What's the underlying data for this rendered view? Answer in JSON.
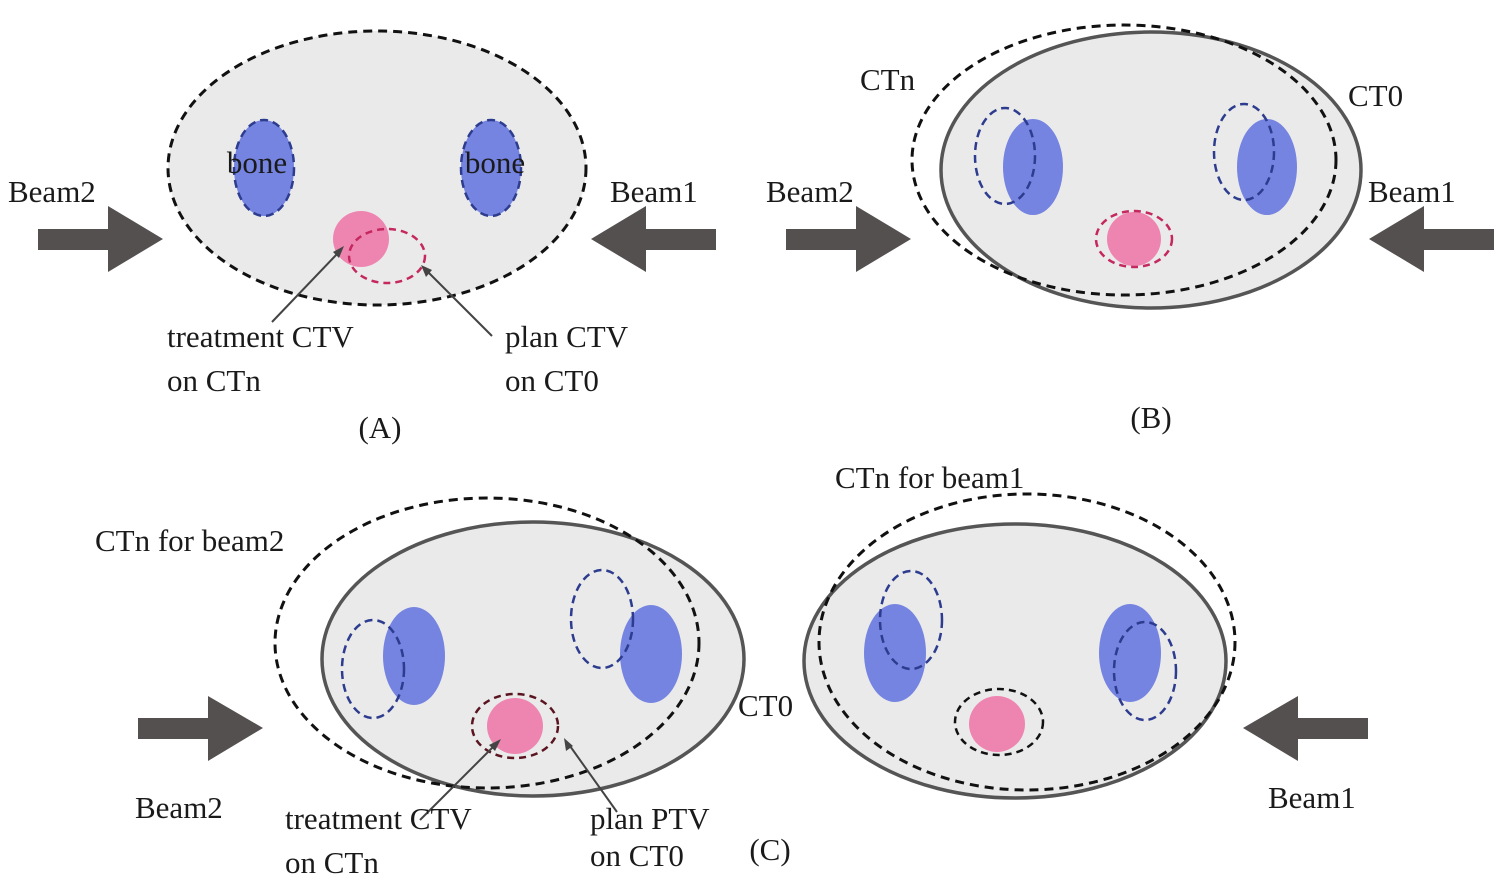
{
  "panels": {
    "a": {
      "panel_label": "(A)",
      "beam_left": "Beam2",
      "beam_right": "Beam1",
      "bone_left": "bone",
      "bone_right": "bone",
      "callout_left_line1": "treatment CTV",
      "callout_left_line2": "on CTn",
      "callout_right_line1": "plan CTV",
      "callout_right_line2": "on CT0"
    },
    "b": {
      "panel_label": "(B)",
      "beam_left": "Beam2",
      "beam_right": "Beam1",
      "outline_dashed": "CTn",
      "outline_solid": "CT0"
    },
    "c": {
      "panel_label": "(C)",
      "left_outline_dashed": "CTn for beam2",
      "right_outline_dashed": "CTn for beam1",
      "outline_solid": "CT0",
      "beam_left": "Beam2",
      "beam_right": "Beam1",
      "callout_left_line1": "treatment CTV",
      "callout_left_line2": "on CTn",
      "callout_right_line1": "plan PTV",
      "callout_right_line2": "on CT0"
    }
  },
  "colors": {
    "body": "#eaeaea",
    "bone": "#7584e0",
    "ctv": "#ee85b0",
    "arrow": "#555050"
  }
}
